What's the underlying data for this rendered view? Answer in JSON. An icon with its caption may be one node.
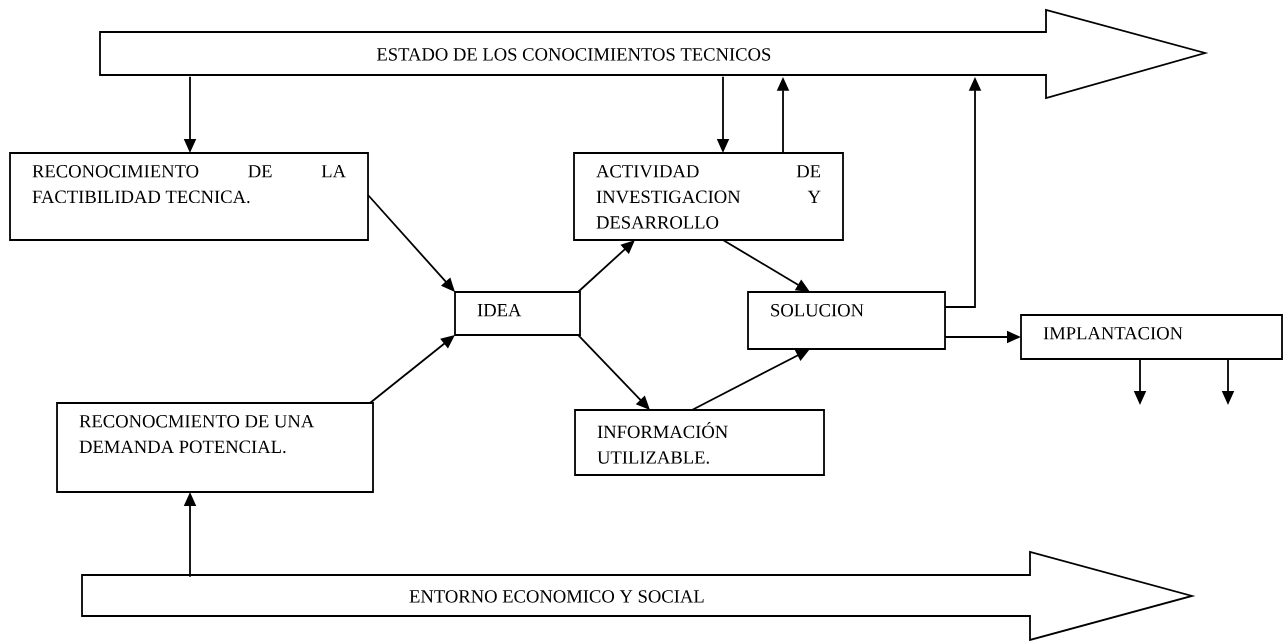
{
  "diagram": {
    "nodes": [
      {
        "text": [
          "ESTADO DE LOS CONOCIMIENTOS TECNICOS"
        ]
      },
      {
        "text": [
          "RECONOCIMIENTO DE LA FACTIBILIDAD TECNICA."
        ]
      },
      {
        "text": [
          "IDEA"
        ]
      },
      {
        "text": [
          "ACTIVIDAD DE INVESTIGACION Y DESARROLLO"
        ]
      },
      {
        "text": [
          "SOLUCION"
        ]
      },
      {
        "text": [
          "IMPLANTACION"
        ]
      },
      {
        "text": [
          "RECONOCMIENTO DE UNA DEMANDA POTENCIAL."
        ]
      },
      {
        "text": [
          "INFORMACIÓN UTILIZABLE."
        ]
      },
      {
        "text": [
          "ENTORNO ECONOMICO Y SOCIAL"
        ]
      }
    ],
    "edges": [
      {
        "from": 0,
        "to": 1,
        "arrow": "to"
      },
      {
        "from": 1,
        "to": 2,
        "arrow": "to"
      },
      {
        "from": 6,
        "to": 2,
        "arrow": "to"
      },
      {
        "from": 2,
        "to": 3,
        "arrow": "to"
      },
      {
        "from": 2,
        "to": 7,
        "arrow": "to"
      },
      {
        "from": 0,
        "to": 3,
        "arrow": "to"
      },
      {
        "from": 3,
        "to": 0,
        "arrow": "to"
      },
      {
        "from": 3,
        "to": 4,
        "arrow": "to"
      },
      {
        "from": 7,
        "to": 4,
        "arrow": "to"
      },
      {
        "from": 4,
        "to": 0,
        "arrow": "to"
      },
      {
        "from": 4,
        "to": 5,
        "arrow": "to"
      },
      {
        "from": 5,
        "to": null,
        "arrow": "to"
      },
      {
        "from": 5,
        "to": null,
        "arrow": "to"
      },
      {
        "from": 8,
        "to": 6,
        "arrow": "to"
      }
    ]
  }
}
